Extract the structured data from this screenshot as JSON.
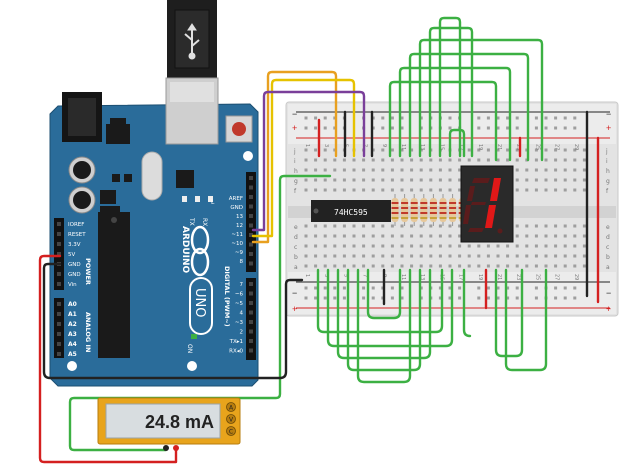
{
  "arduino": {
    "name": "ARDUINO",
    "model": "UNO",
    "power_label": "POWER",
    "analog_label": "ANALOG IN",
    "digital_label": "DIGITAL (PWM~)",
    "on_label": "ON",
    "l_label": "L",
    "tx_label": "TX",
    "rx_label": "RX",
    "power_pins": [
      "IOREF",
      "RESET",
      "3.3V",
      "5V",
      "GND",
      "GND",
      "Vin"
    ],
    "analog_pins": [
      "A0",
      "A1",
      "A2",
      "A3",
      "A4",
      "A5"
    ],
    "digital_pins_top": [
      "AREF",
      "GND",
      "13",
      "12",
      "~11",
      "~10",
      "~9",
      "8"
    ],
    "digital_pins_bottom": [
      "7",
      "~6",
      "~5",
      "4",
      "~3",
      "2",
      "TX▸1",
      "RX◂0"
    ]
  },
  "breadboard": {
    "row_letters_top": [
      "j",
      "i",
      "h",
      "g",
      "f"
    ],
    "row_letters_bottom": [
      "e",
      "d",
      "c",
      "b",
      "a"
    ],
    "rail_plus": "+",
    "rail_minus": "−",
    "column_numbers": [
      "1",
      "3",
      "5",
      "7",
      "9",
      "11",
      "13",
      "15",
      "17",
      "19",
      "21",
      "23",
      "25",
      "27",
      "29"
    ]
  },
  "chip": {
    "label": "74HC595"
  },
  "seven_segment": {
    "digit": "1"
  },
  "multimeter": {
    "reading": "24.8 mA",
    "terminals": [
      "A",
      "V",
      "C"
    ]
  },
  "colors": {
    "board_blue": "#2a6c9a",
    "breadboard": "#e2e2e2",
    "wire_green": "#3cb043",
    "wire_orange": "#e8a020",
    "wire_yellow": "#e6c200",
    "wire_purple": "#7a3f9a",
    "wire_red": "#d42020",
    "wire_black": "#222222",
    "segment_red": "#e01818",
    "meter_body": "#e8a41c"
  }
}
